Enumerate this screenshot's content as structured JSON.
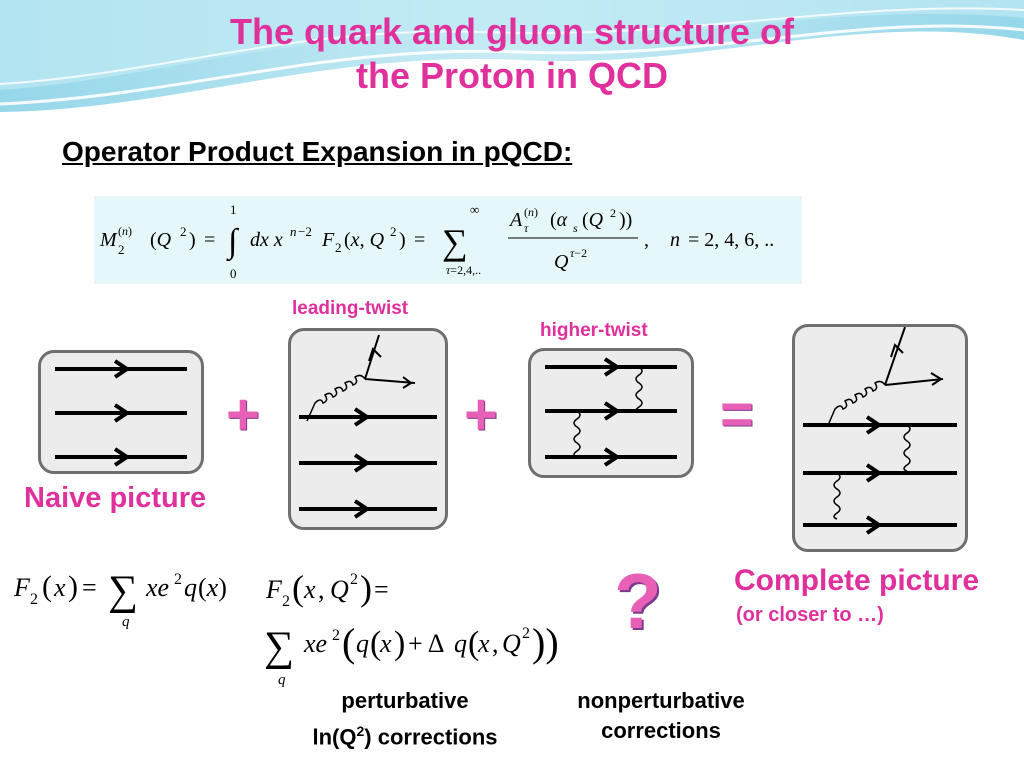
{
  "slide": {
    "title_line1": "The quark and gluon structure of",
    "title_line2": "the Proton in QCD",
    "subheading": "Operator Product Expansion in pQCD:",
    "ope_formula": "M_2^(n)(Q^2) = ∫_0^1 dx x^(n−2) F_2(x,Q^2) = Σ_(τ=2,4,..)^∞ A_τ^(n)(α_s(Q^2)) / Q^(τ−2),  n = 2,4,6,..",
    "labels": {
      "leading_twist": "leading-twist",
      "higher_twist": "higher-twist",
      "naive": "Naive picture",
      "complete": "Complete picture",
      "complete_sub": "(or closer to …)"
    },
    "operators": {
      "plus1": "+",
      "plus2": "+",
      "equals": "="
    },
    "question_mark": "?",
    "naive_formula": "F_2(x) = Σ_q x e^2 q(x)",
    "full_formula_line1": "F_2(x, Q^2) =",
    "full_formula_line2": "Σ_q x e^2 (q(x) + Δq(x, Q^2))",
    "captions": {
      "perturbative_line1": "perturbative",
      "perturbative_line2_pre": "ln(Q",
      "perturbative_sup": "2",
      "perturbative_line2_post": ") corrections",
      "nonperturbative_line1": "nonperturbative",
      "nonperturbative_line2": "corrections"
    }
  },
  "colors": {
    "title": "#e0309c",
    "accent": "#e85fb6",
    "box": "#e6f7fa",
    "panel": "#ececec"
  }
}
